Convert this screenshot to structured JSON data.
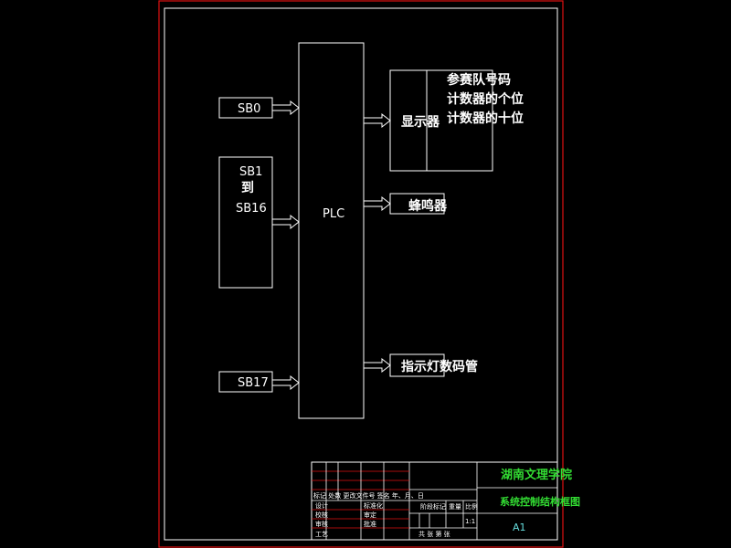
{
  "colors": {
    "background": "#000000",
    "lines": "#ffffff",
    "outer_frame": "#e01010",
    "school_text": "#33dd33",
    "size_text": "#66dddd"
  },
  "inputs": {
    "sb0": "SB0",
    "sb1": "SB1",
    "to": "到",
    "sb16": "SB16",
    "sb17": "SB17"
  },
  "plc": "PLC",
  "outputs": {
    "display_label": "显示器",
    "display_items": [
      "参赛队号码",
      "计数器的个位",
      "计数器的十位"
    ],
    "buzzer": "蜂鸣器",
    "indicator": "指示灯数码管"
  },
  "title_block": {
    "school": "湖南文理学院",
    "drawing_title": "系统控制结构框图",
    "size": "A1",
    "header_row": "标记 处数 更改文件号 签名 年、月、日",
    "left_labels": [
      "设计",
      "校核",
      "审核",
      "工艺"
    ],
    "mid_labels": [
      "标准化",
      "审定",
      "批准"
    ],
    "right_headers": [
      "阶段标记",
      "重量",
      "比例"
    ],
    "scale": "1:1",
    "sheet": "共 张 第 张"
  }
}
